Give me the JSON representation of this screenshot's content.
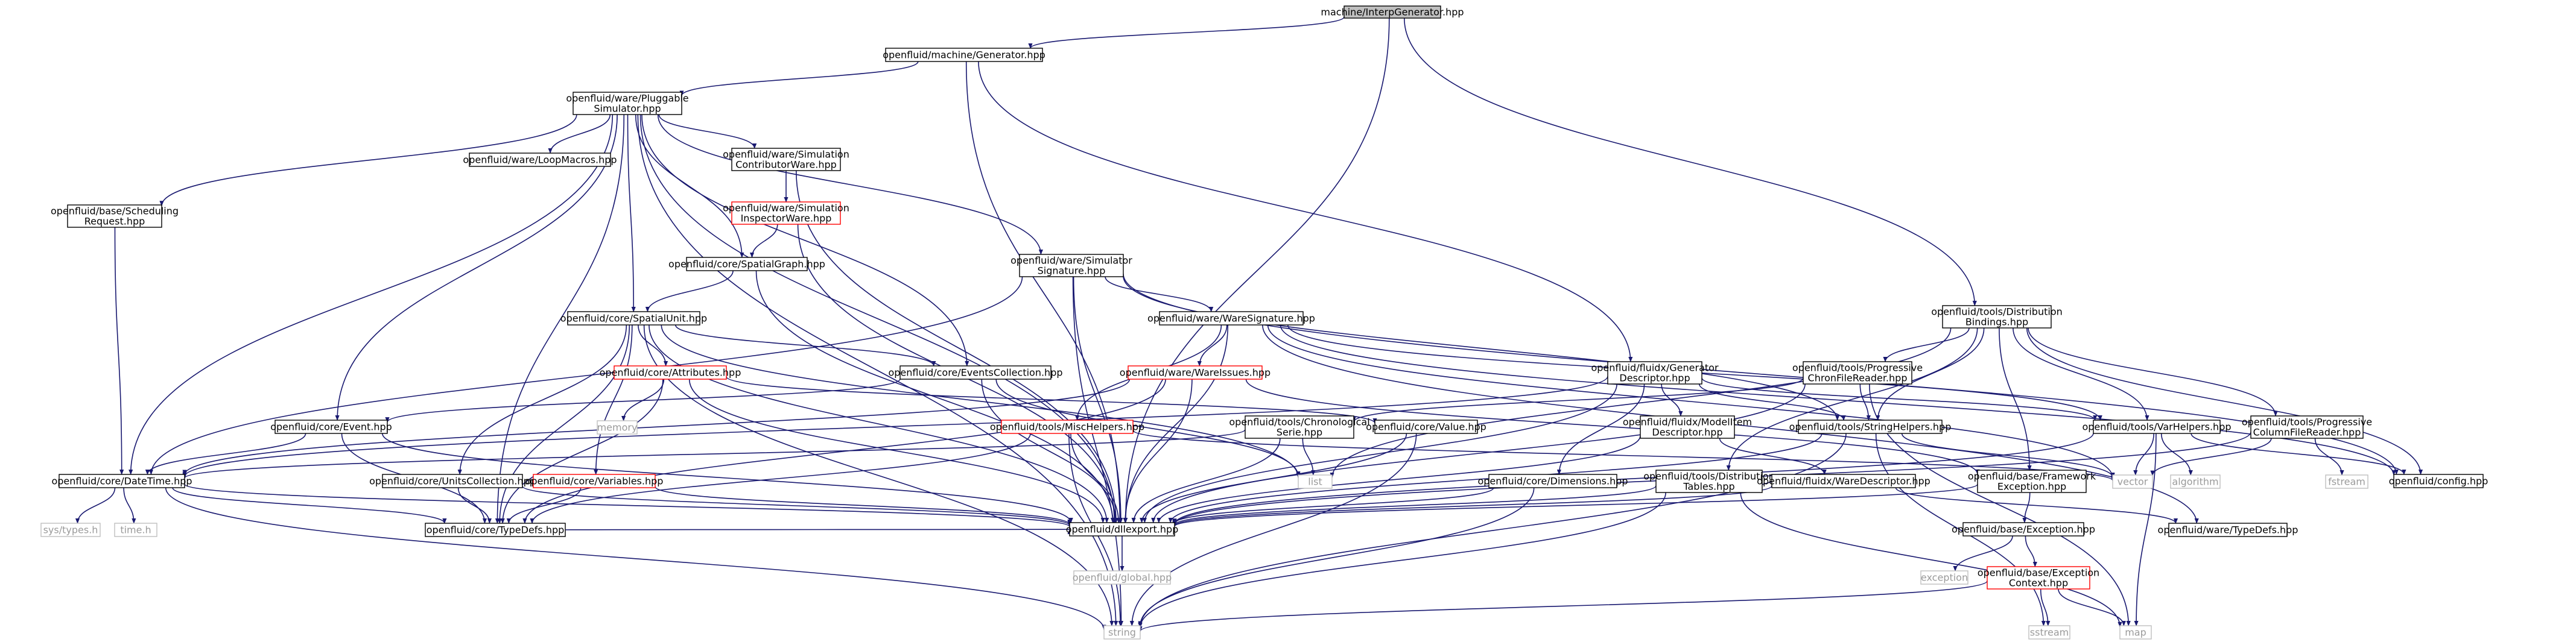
{
  "title": "machine/InterpGenerator.hpp",
  "colors": {
    "edge": "#191970",
    "node_border": "#000000",
    "missing_border": "#ff0000",
    "system_border": "#bfbfbf",
    "system_text": "#9a9a9a",
    "root_fill": "#bfbfbf",
    "fill": "#ffffff"
  },
  "nodes": {
    "root": [
      "machine/InterpGenerator.hpp"
    ],
    "gen": [
      "openfluid/machine/Generator.hpp"
    ],
    "plug": [
      "openfluid/ware/Pluggable",
      "Simulator.hpp"
    ],
    "distb": [
      "openfluid/tools/Distribution",
      "Bindings.hpp"
    ],
    "sched": [
      "openfluid/base/Scheduling",
      "Request.hpp"
    ],
    "loop": [
      "openfluid/ware/LoopMacros.hpp"
    ],
    "contrib": [
      "openfluid/ware/Simulation",
      "ContributorWare.hpp"
    ],
    "inspect": [
      "openfluid/ware/Simulation",
      "InspectorWare.hpp"
    ],
    "sgraph": [
      "openfluid/core/SpatialGraph.hpp"
    ],
    "simsig": [
      "openfluid/ware/Simulator",
      "Signature.hpp"
    ],
    "sunit": [
      "openfluid/core/SpatialUnit.hpp"
    ],
    "waresig": [
      "openfluid/ware/WareSignature.hpp"
    ],
    "gendesc": [
      "openfluid/fluidx/Generator",
      "Descriptor.hpp"
    ],
    "chrono": [
      "openfluid/tools/Progressive",
      "ChronFileReader.hpp"
    ],
    "attrs": [
      "openfluid/core/Attributes.hpp"
    ],
    "evcoll": [
      "openfluid/core/EventsCollection.hpp"
    ],
    "wareiss": [
      "openfluid/ware/WareIssues.hpp"
    ],
    "event": [
      "openfluid/core/Event.hpp"
    ],
    "memory": [
      "memory"
    ],
    "misc": [
      "openfluid/tools/MiscHelpers.hpp"
    ],
    "chronser": [
      "openfluid/tools/Chronological",
      "Serie.hpp"
    ],
    "value": [
      "openfluid/core/Value.hpp"
    ],
    "modelitem": [
      "openfluid/fluidx/ModelItem",
      "Descriptor.hpp"
    ],
    "strhelp": [
      "openfluid/tools/StringHelpers.hpp"
    ],
    "varhelp": [
      "openfluid/tools/VarHelpers.hpp"
    ],
    "colreader": [
      "openfluid/tools/Progressive",
      "ColumnFileReader.hpp"
    ],
    "datetime": [
      "openfluid/core/DateTime.hpp"
    ],
    "units": [
      "openfluid/core/UnitsCollection.hpp"
    ],
    "vars": [
      "openfluid/core/Variables.hpp"
    ],
    "list": [
      "list"
    ],
    "dims": [
      "openfluid/core/Dimensions.hpp"
    ],
    "disttab": [
      "openfluid/tools/Distribution",
      "Tables.hpp"
    ],
    "waredesc": [
      "openfluid/fluidx/WareDescriptor.hpp"
    ],
    "fwexc": [
      "openfluid/base/Framework",
      "Exception.hpp"
    ],
    "vector": [
      "vector"
    ],
    "algorithm": [
      "algorithm"
    ],
    "fstream": [
      "fstream"
    ],
    "config": [
      "openfluid/config.hpp"
    ],
    "systypes": [
      "sys/types.h"
    ],
    "timeh": [
      "time.h"
    ],
    "typedefs": [
      "openfluid/core/TypeDefs.hpp"
    ],
    "dllexport": [
      "openfluid/dllexport.hpp"
    ],
    "waretypes": [
      "openfluid/ware/TypeDefs.hpp"
    ],
    "baseexc": [
      "openfluid/base/Exception.hpp"
    ],
    "global": [
      "openfluid/global.hpp"
    ],
    "exception": [
      "exception"
    ],
    "excctx": [
      "openfluid/base/Exception",
      "Context.hpp"
    ],
    "string": [
      "string"
    ],
    "sstream": [
      "sstream"
    ],
    "map": [
      "map"
    ]
  }
}
